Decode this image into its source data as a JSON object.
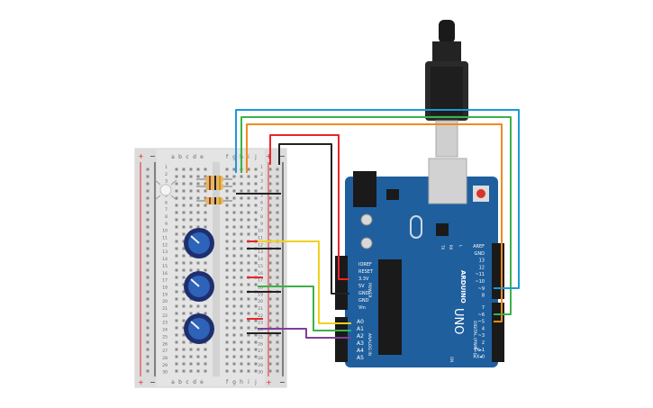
{
  "breadboard": {
    "col_letters_left": [
      "a",
      "b",
      "c",
      "d",
      "e"
    ],
    "col_letters_right": [
      "f",
      "g",
      "h",
      "i",
      "j"
    ],
    "row_numbers": [
      "1",
      "2",
      "3",
      "4",
      "5",
      "6",
      "7",
      "8",
      "9",
      "10",
      "11",
      "12",
      "13",
      "14",
      "15",
      "16",
      "17",
      "18",
      "19",
      "20",
      "21",
      "22",
      "23",
      "24",
      "25",
      "26",
      "27",
      "28",
      "29",
      "30"
    ],
    "rail_plus": "+",
    "rail_minus": "−"
  },
  "arduino": {
    "brand": "ARDUINO",
    "model": "UNO",
    "reset_label": "",
    "tx_label": "TX",
    "rx_label": "RX",
    "l_label": "L",
    "on_label": "ON",
    "power_header_title": "POWER",
    "power_pins": [
      "IOREF",
      "RESET",
      "3.3V",
      "5V",
      "GND",
      "GND",
      "Vin"
    ],
    "analog_header_title": "ANALOG IN",
    "analog_pins": [
      "A0",
      "A1",
      "A2",
      "A3",
      "A4",
      "A5"
    ],
    "digital_header_title": "DIGITAL (PWM~)",
    "digital_top": [
      "AREF",
      "GND",
      "13",
      "12",
      "~11",
      "~10",
      "~9",
      "8"
    ],
    "digital_bottom": [
      "7",
      "~6",
      "~5",
      "4",
      "~3",
      "2",
      "TX▸1",
      "RX◂0"
    ]
  },
  "wires": [
    {
      "name": "wire-red-5v",
      "color": "#e8262a"
    },
    {
      "name": "wire-black-gnd",
      "color": "#222222"
    },
    {
      "name": "wire-orange-pin5",
      "color": "#f08a1c"
    },
    {
      "name": "wire-green-pin6",
      "color": "#3cb24a"
    },
    {
      "name": "wire-blue-pin9",
      "color": "#1b9ad6"
    },
    {
      "name": "wire-yellow-a0",
      "color": "#f2d020"
    },
    {
      "name": "wire-green-a1",
      "color": "#3cb24a"
    },
    {
      "name": "wire-purple-a2",
      "color": "#7e3f98"
    }
  ],
  "colors": {
    "board_blue": "#1f5f9e",
    "breadboard": "#e6e6e6"
  }
}
